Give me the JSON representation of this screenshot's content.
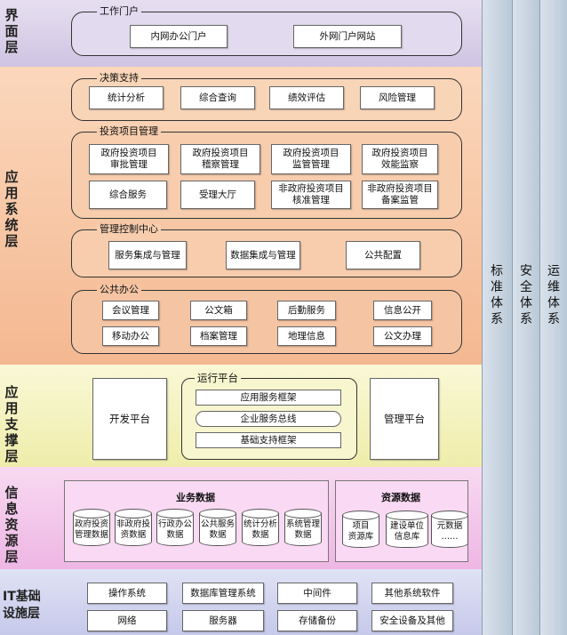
{
  "layers": {
    "interface": "界面层",
    "application": "应用系统层",
    "support": "应用支撑层",
    "info": "信息资源层",
    "it": [
      "IT基础",
      "设施层"
    ]
  },
  "right_columns": [
    "标准体系",
    "安全体系",
    "运维体系"
  ],
  "interface": {
    "group": "工作门户",
    "items": [
      "内网办公门户",
      "外网门户网站"
    ]
  },
  "decision": {
    "group": "决策支持",
    "items": [
      "统计分析",
      "综合查询",
      "绩效评估",
      "风险管理"
    ]
  },
  "investment": {
    "group": "投资项目管理",
    "row1": [
      "政府投资项目\n审批管理",
      "政府投资项目\n稽察管理",
      "政府投资项目\n监管管理",
      "政府投资项目\n效能监察"
    ],
    "row2": [
      "综合服务",
      "受理大厅",
      "非政府投资项目\n核准管理",
      "非政府投资项目\n备案监管"
    ]
  },
  "control": {
    "group": "管理控制中心",
    "items": [
      "服务集成与管理",
      "数据集成与管理",
      "公共配置"
    ]
  },
  "office": {
    "group": "公共办公",
    "row1": [
      "会议管理",
      "公文箱",
      "后勤服务",
      "信息公开"
    ],
    "row2": [
      "移动办公",
      "档案管理",
      "地理信息",
      "公文办理"
    ]
  },
  "support": {
    "dev": "开发平台",
    "runtime": "运行平台",
    "runtime_items": [
      "应用服务框架",
      "企业服务总线",
      "基础支持框架"
    ],
    "mgmt": "管理平台"
  },
  "info": {
    "business": "业务数据",
    "business_items": [
      "政府投资\n管理数据",
      "非政府投\n资数据",
      "行政办公\n数据",
      "公共服务\n数据",
      "统计分析\n数据",
      "系统管理\n数据"
    ],
    "resource": "资源数据",
    "resource_items": [
      "项目\n资源库",
      "建设单位\n信息库",
      "元数据\n……"
    ]
  },
  "it": {
    "row1": [
      "操作系统",
      "数据库管理系统",
      "中间件",
      "其他系统软件"
    ],
    "row2": [
      "网络",
      "服务器",
      "存储备份",
      "安全设备及其他"
    ]
  },
  "colors": {
    "interface_band": "#d7cde6",
    "application_band": "#f7c6a3",
    "support_band": "#f6f4c0",
    "info_band": "#f4c6ec",
    "it_band": "#d2d4ef",
    "columns": "#c7d3df"
  }
}
